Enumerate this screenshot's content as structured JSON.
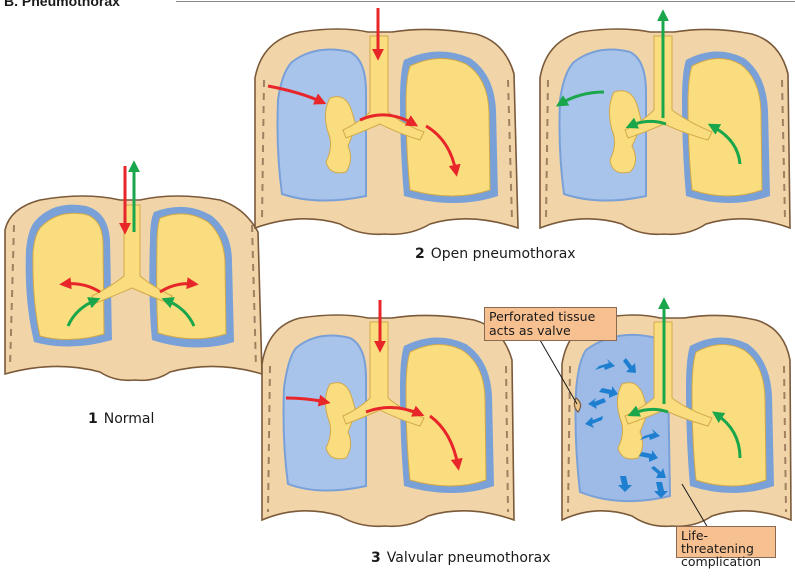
{
  "section": {
    "title": "B. Pneumothorax"
  },
  "panels": {
    "normal": {
      "number": "1",
      "label": "Normal"
    },
    "open": {
      "number": "2",
      "label": "Open pneumothorax"
    },
    "valvular": {
      "number": "3",
      "label": "Valvular pneumothorax"
    }
  },
  "callouts": {
    "valve": {
      "line1": "Perforated tissue",
      "line2": "acts as valve"
    },
    "complication": {
      "line1": "Life-threatening",
      "line2": "complication"
    }
  },
  "colors": {
    "lung": "#f9dd7e",
    "lung_outline": "#d2a94a",
    "pleura": "#7aa0d8",
    "pleural_air": "#a9c4ea",
    "chest_wall": "#f1d5a8",
    "chest_outline": "#7a5a3a",
    "rib_dash": "#a08060",
    "inflow_arrow": "#e8262a",
    "outflow_arrow": "#1aa64a",
    "pressure_arrow": "#1e7fd0",
    "callout_fill": "#f7c090"
  }
}
